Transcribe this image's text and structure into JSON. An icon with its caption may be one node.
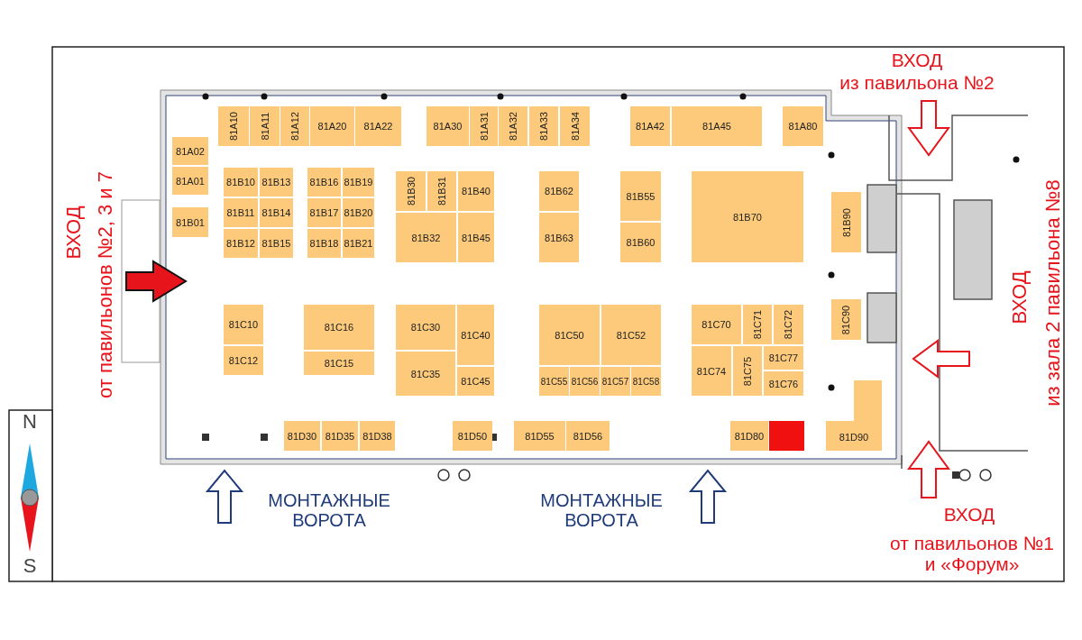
{
  "diagram": {
    "nodes": [
      {
        "text": [
          "81A10"
        ]
      },
      {
        "text": [
          "81A11"
        ]
      },
      {
        "text": [
          "81A12"
        ]
      },
      {
        "text": [
          "81A20"
        ]
      },
      {
        "text": [
          "81A22"
        ]
      },
      {
        "text": [
          "81A30"
        ]
      },
      {
        "text": [
          "81A31"
        ]
      },
      {
        "text": [
          "81A32"
        ]
      },
      {
        "text": [
          "81A33"
        ]
      },
      {
        "text": [
          "81A34"
        ]
      },
      {
        "text": [
          "81A42"
        ]
      },
      {
        "text": [
          "81A45"
        ]
      },
      {
        "text": [
          "81A80"
        ]
      },
      {
        "text": [
          "81A02"
        ]
      },
      {
        "text": [
          "81A01"
        ]
      },
      {
        "text": [
          "81B01"
        ]
      },
      {
        "text": [
          "81B10"
        ]
      },
      {
        "text": [
          "81B13"
        ]
      },
      {
        "text": [
          "81B16"
        ]
      },
      {
        "text": [
          "81B19"
        ]
      },
      {
        "text": [
          "81B30"
        ]
      },
      {
        "text": [
          "81B31"
        ]
      },
      {
        "text": [
          "81B40"
        ]
      },
      {
        "text": [
          "81B62"
        ]
      },
      {
        "text": [
          "81B55"
        ]
      },
      {
        "text": [
          "81B70"
        ]
      },
      {
        "text": [
          "81B90"
        ]
      },
      {
        "text": [
          "81B11"
        ]
      },
      {
        "text": [
          "81B14"
        ]
      },
      {
        "text": [
          "81B17"
        ]
      },
      {
        "text": [
          "81B20"
        ]
      },
      {
        "text": [
          "81B32"
        ]
      },
      {
        "text": [
          "81B45"
        ]
      },
      {
        "text": [
          "81B63"
        ]
      },
      {
        "text": [
          "81B60"
        ]
      },
      {
        "text": [
          "81B12"
        ]
      },
      {
        "text": [
          "81B15"
        ]
      },
      {
        "text": [
          "81B18"
        ]
      },
      {
        "text": [
          "81B21"
        ]
      },
      {
        "text": [
          "81C10"
        ]
      },
      {
        "text": [
          "81C16"
        ]
      },
      {
        "text": [
          "81C30"
        ]
      },
      {
        "text": [
          "81C40"
        ]
      },
      {
        "text": [
          "81C50"
        ]
      },
      {
        "text": [
          "81C52"
        ]
      },
      {
        "text": [
          "81C70"
        ]
      },
      {
        "text": [
          "81C71"
        ]
      },
      {
        "text": [
          "81C72"
        ]
      },
      {
        "text": [
          "81C90"
        ]
      },
      {
        "text": [
          "81C12"
        ]
      },
      {
        "text": [
          "81C15"
        ]
      },
      {
        "text": [
          "81C35"
        ]
      },
      {
        "text": [
          "81C45"
        ]
      },
      {
        "text": [
          "81C55"
        ]
      },
      {
        "text": [
          "81C56"
        ]
      },
      {
        "text": [
          "81C57"
        ]
      },
      {
        "text": [
          "81C58"
        ]
      },
      {
        "text": [
          "81C74"
        ]
      },
      {
        "text": [
          "81C75"
        ]
      },
      {
        "text": [
          "81C77"
        ]
      },
      {
        "text": [
          "81C76"
        ]
      },
      {
        "text": [
          "81D90"
        ]
      },
      {
        "text": [
          "81D30"
        ]
      },
      {
        "text": [
          "81D35"
        ]
      },
      {
        "text": [
          "81D38"
        ]
      },
      {
        "text": [
          "81D50"
        ]
      },
      {
        "text": [
          "81D55"
        ]
      },
      {
        "text": [
          "81D56"
        ]
      },
      {
        "text": [
          "81D80"
        ]
      },
      {
        "text": [],
        "shape": "box"
      }
    ],
    "labels": [
      "ВХОД",
      "из павильона №2",
      "ВХОД",
      "от павильонов №2, 3 и 7",
      "ВХОД",
      "из зала 2 павильона №8",
      "МОНТАЖНЫЕ ВОРОТА",
      "МОНТАЖНЫЕ ВОРОТА",
      "ВХОД",
      "от павильонов №1 и «Форум»",
      "N",
      "S"
    ]
  }
}
